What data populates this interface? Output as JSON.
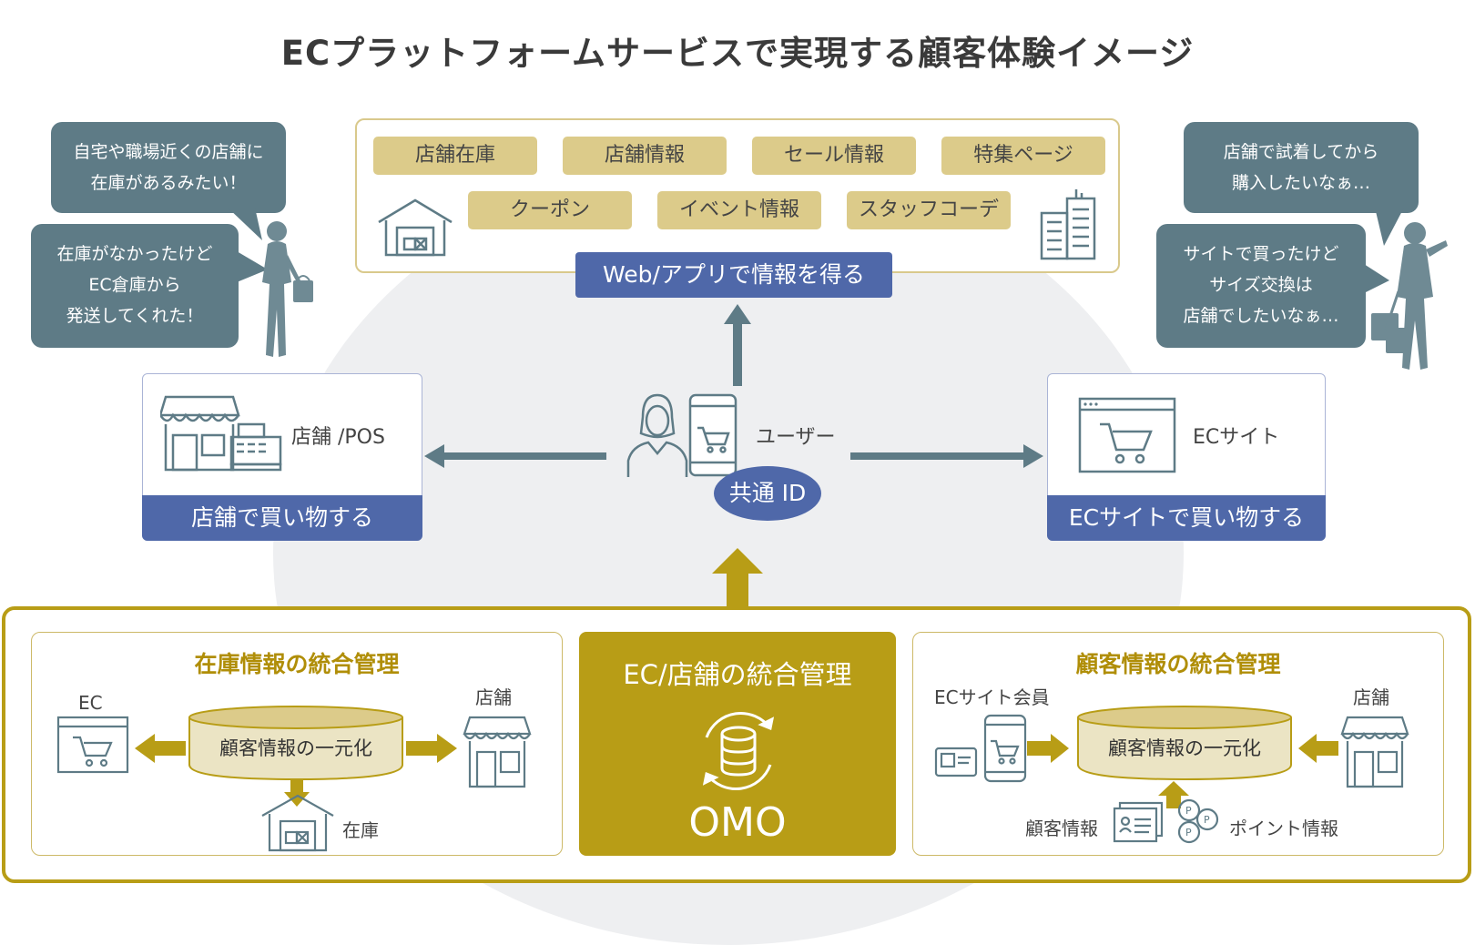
{
  "title": "ECプラットフォームサービスで実現する顧客体験イメージ",
  "web_box": {
    "tags_row1": [
      "店舗在庫",
      "店舗情報",
      "セール情報",
      "特集ページ"
    ],
    "tags_row2": [
      "クーポン",
      "イベント情報",
      "スタッフコーデ"
    ],
    "label": "Web/アプリで情報を得る"
  },
  "left_bubbles": {
    "top": [
      "自宅や職場近くの店舗に",
      "在庫があるみたい！"
    ],
    "bottom": [
      "在庫がなかったけど",
      "EC倉庫から",
      "発送してくれた！"
    ]
  },
  "right_bubbles": {
    "top": [
      "店舗で試着してから",
      "購入したいなぁ…"
    ],
    "bottom": [
      "サイトで買ったけど",
      "サイズ交換は",
      "店舗でしたいなぁ…"
    ]
  },
  "store_box": {
    "caption": "店舗 /POS",
    "label": "店舗で買い物する"
  },
  "ec_box": {
    "caption": "ECサイト",
    "label": "ECサイトで買い物する"
  },
  "user": {
    "label": "ユーザー",
    "id_label": "共通 ID"
  },
  "bottom": {
    "left": {
      "title": "在庫情報の統合管理",
      "ec": "EC",
      "store": "店舗",
      "db": "顧客情報の一元化",
      "stock": "在庫"
    },
    "center": {
      "title": "EC/店舗の統合管理",
      "omo": "OMO"
    },
    "right": {
      "title": "顧客情報の統合管理",
      "member": "ECサイト会員",
      "store": "店舗",
      "db": "顧客情報の一元化",
      "customer_info": "顧客情報",
      "point_info": "ポイント情報"
    }
  },
  "colors": {
    "gold": "#b89d16",
    "blue": "#4f68a9",
    "slate": "#5e7b86",
    "tag": "#dccb8a"
  }
}
